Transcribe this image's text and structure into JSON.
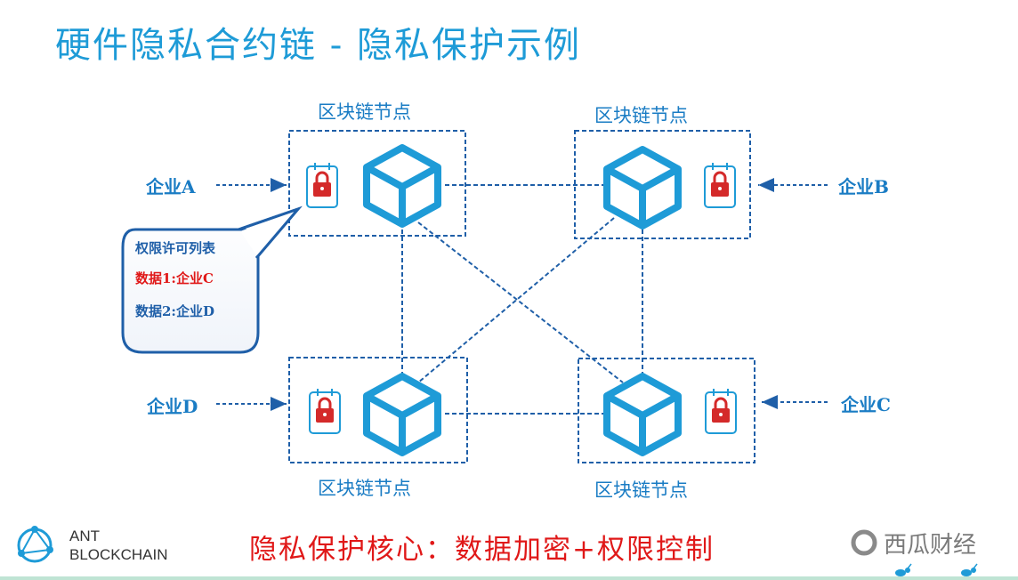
{
  "title": "硬件隐私合约链  -  隐私保护示例",
  "nodes": {
    "top_left_label": "区块链节点",
    "top_right_label": "区块链节点",
    "bottom_left_label": "区块链节点",
    "bottom_right_label": "区块链节点"
  },
  "enterprises": {
    "a": "企业A",
    "b": "企业B",
    "c": "企业C",
    "d": "企业D"
  },
  "bubble": {
    "heading": "权限许可列表",
    "line1": "数据1:企业C",
    "line2": "数据2:企业D"
  },
  "footer": {
    "core_text": "隐私保护核心：数据加密+权限控制",
    "logo_line1": "ANT",
    "logo_line2": "BLOCKCHAIN",
    "watermark": "西瓜财经"
  },
  "colors": {
    "primary_blue": "#1e9bd7",
    "dash_blue": "#1f5fa8",
    "lock_red": "#d42a2a",
    "accent_red": "#e01818"
  }
}
